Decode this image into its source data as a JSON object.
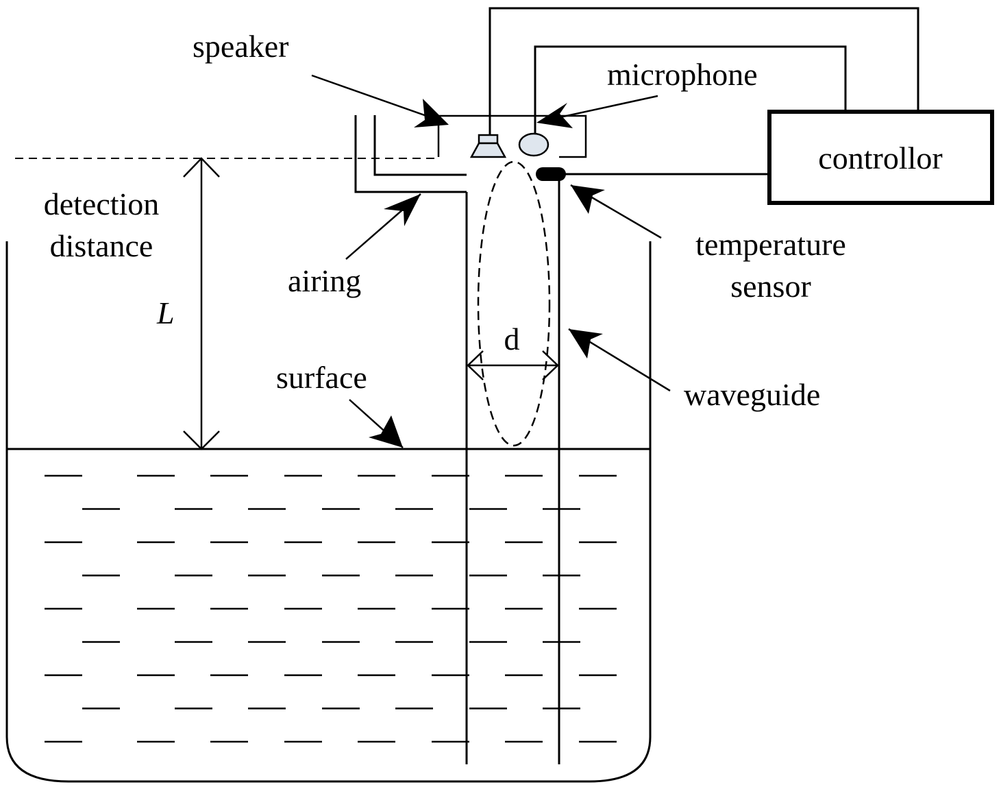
{
  "labels": {
    "speaker": "speaker",
    "microphone": "microphone",
    "controller": "controllor",
    "detection_line1": "detection",
    "detection_line2": "distance",
    "length_symbol": "L",
    "airing": "airing",
    "temperature_line1": "temperature",
    "temperature_line2": "sensor",
    "diameter_symbol": "d",
    "waveguide": "waveguide",
    "surface": "surface"
  },
  "colors": {
    "line": "#000000",
    "speaker_fill": "#dfe6ee",
    "microphone_fill": "#dfe6ee",
    "sensor_fill": "#000000",
    "background": "#ffffff"
  }
}
